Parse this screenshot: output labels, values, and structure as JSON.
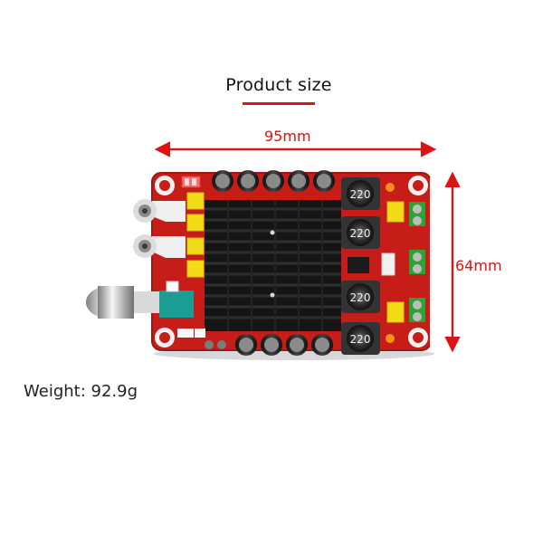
{
  "title": "Product size",
  "width_label": "95mm",
  "height_label": "64mm",
  "weight_label": "Weight: 92.9g",
  "board": {
    "component_label": "220"
  },
  "colors": {
    "accent": "#e01010",
    "pcb": "#c61d18",
    "heatsink": "#141414",
    "terminal": "#2ea334",
    "capacitor": "#f2db17"
  }
}
